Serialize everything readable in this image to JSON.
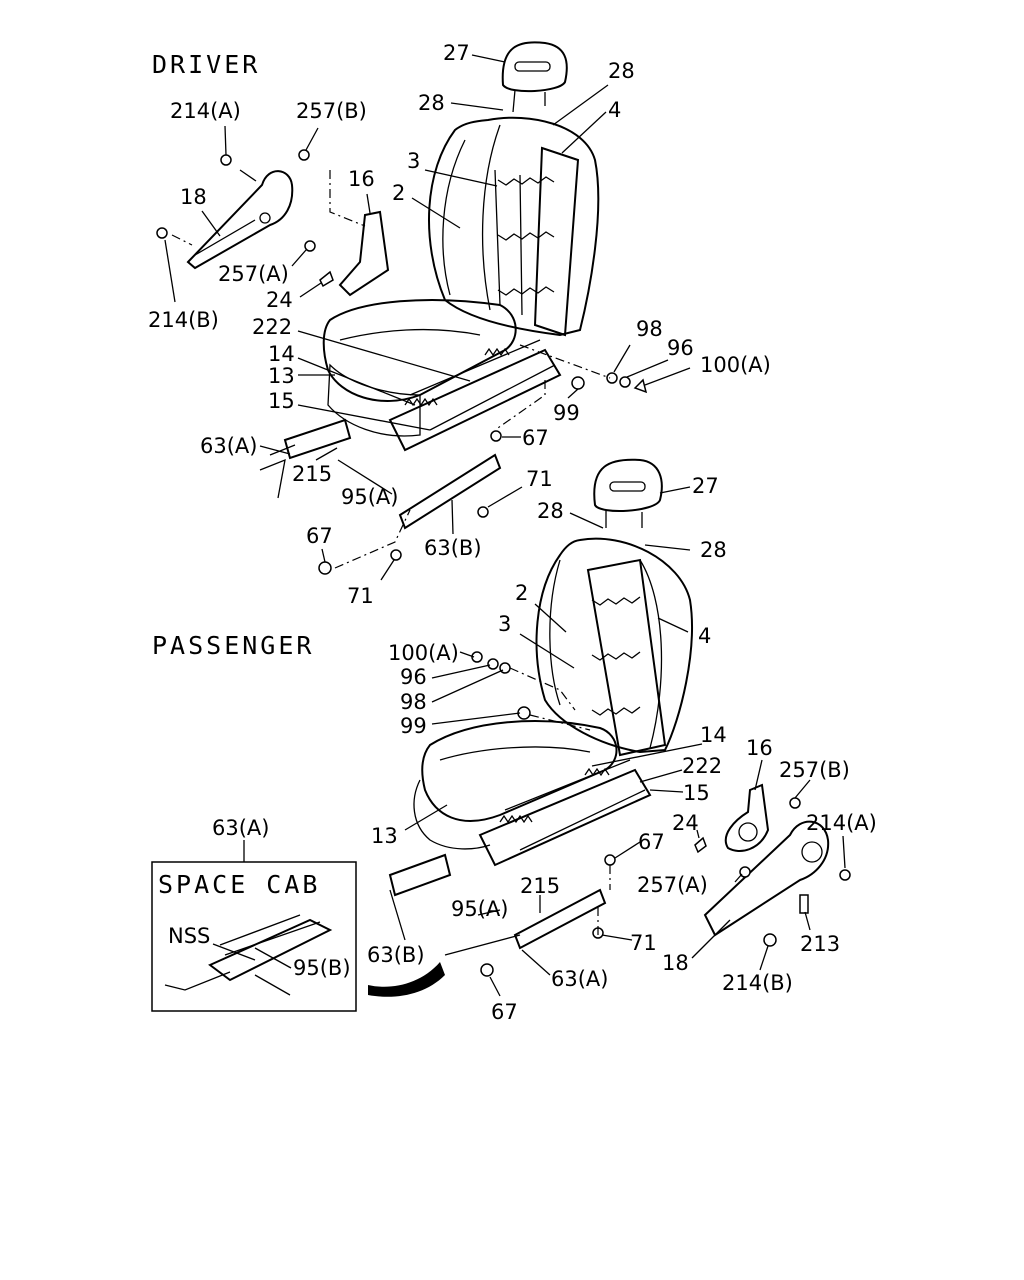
{
  "headings": {
    "driver": "DRIVER",
    "passenger": "PASSENGER",
    "space_cab": "SPACE CAB"
  },
  "callouts": {
    "driver": {
      "c27": "27",
      "c28a": "28",
      "c28b": "28",
      "c4": "4",
      "c3": "3",
      "c2": "2",
      "c214a": "214(A)",
      "c257b": "257(B)",
      "c16": "16",
      "c18": "18",
      "c257a": "257(A)",
      "c24": "24",
      "c214b": "214(B)",
      "c222": "222",
      "c14": "14",
      "c13": "13",
      "c15": "15",
      "c98": "98",
      "c96": "96",
      "c100a": "100(A)",
      "c99": "99",
      "c63a": "63(A)",
      "c67a": "67",
      "c215": "215",
      "c95a": "95(A)",
      "c71a": "71",
      "c63b": "63(B)",
      "c67b": "67",
      "c71b": "71"
    },
    "passenger": {
      "c27": "27",
      "c28a": "28",
      "c28b": "28",
      "c2": "2",
      "c3": "3",
      "c4": "4",
      "c100a": "100(A)",
      "c96": "96",
      "c98": "98",
      "c99": "99",
      "c14": "14",
      "c16": "16",
      "c257b": "257(B)",
      "c222": "222",
      "c15": "15",
      "c24": "24",
      "c214a": "214(A)",
      "c13": "13",
      "c67a": "67",
      "c257a": "257(A)",
      "c63a_top": "63(A)",
      "c215": "215",
      "c95a": "95(A)",
      "c63b": "63(B)",
      "c71": "71",
      "c213": "213",
      "c18": "18",
      "c63a": "63(A)",
      "c67b": "67",
      "c214b": "214(B)"
    },
    "space_cab": {
      "nss": "NSS",
      "c95b": "95(B)"
    }
  }
}
